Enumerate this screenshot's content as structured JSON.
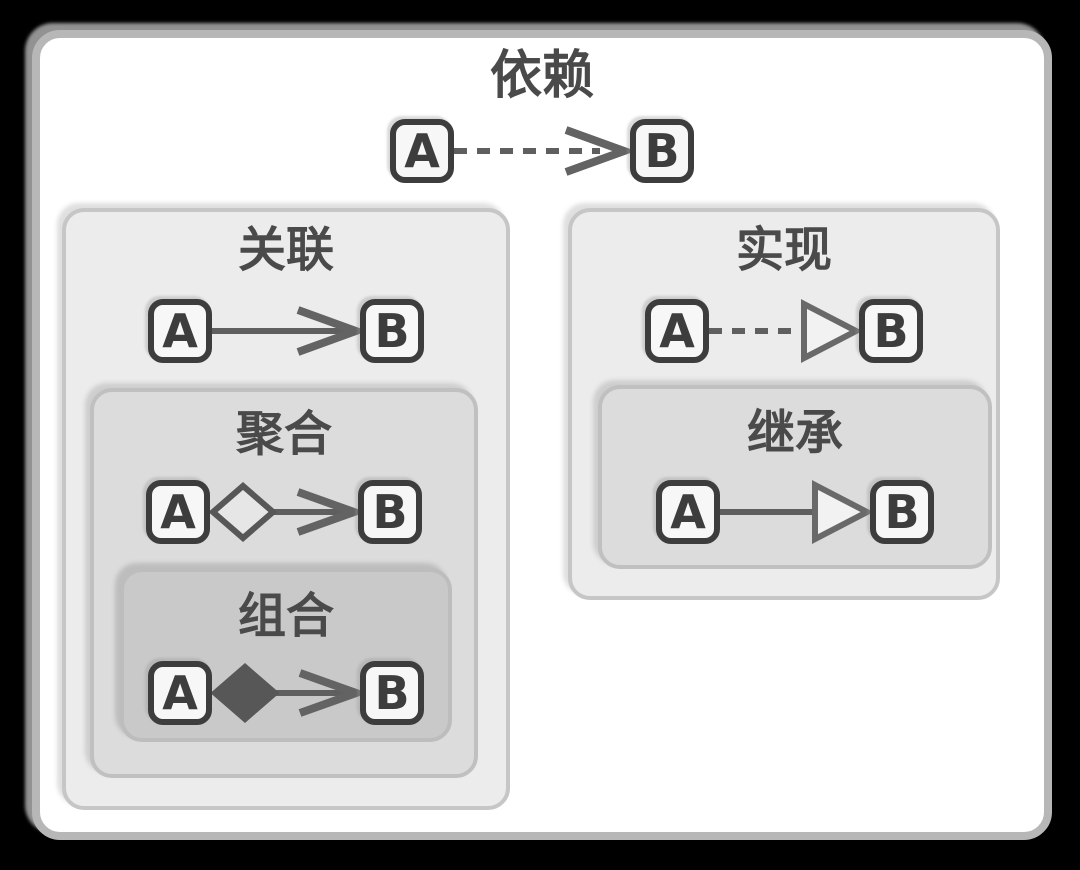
{
  "diagram": {
    "type": "uml-relationship-legend",
    "sections": {
      "dependency": {
        "label": "依赖",
        "from": "A",
        "to": "B",
        "line": "dashed",
        "head": "open-arrow"
      },
      "association": {
        "label": "关联",
        "from": "A",
        "to": "B",
        "line": "solid",
        "head": "open-arrow"
      },
      "aggregation": {
        "label": "聚合",
        "from": "A",
        "to": "B",
        "line": "solid",
        "head": "open-arrow",
        "tail": "hollow-diamond"
      },
      "composition": {
        "label": "组合",
        "from": "A",
        "to": "B",
        "line": "solid",
        "head": "open-arrow",
        "tail": "filled-diamond"
      },
      "realization": {
        "label": "实现",
        "from": "A",
        "to": "B",
        "line": "dashed",
        "head": "hollow-triangle"
      },
      "inheritance": {
        "label": "继承",
        "from": "A",
        "to": "B",
        "line": "solid",
        "head": "hollow-triangle"
      }
    },
    "nesting": {
      "association_contains": [
        "aggregation"
      ],
      "aggregation_contains": [
        "composition"
      ],
      "realization_contains": [
        "inheritance"
      ]
    },
    "colors": {
      "page_bg": "#000000",
      "panel_bg": "#ffffff",
      "panel_border": "#b7b7b7",
      "level1_fill": "#ececec",
      "level2_fill": "#dcdcdc",
      "level3_fill": "#c9c9c9",
      "node_fill": "#f7f7f7",
      "node_border": "#3d3d3d",
      "line_gray": "#5f5f5f",
      "title_gray": "#4a4a4a"
    }
  }
}
